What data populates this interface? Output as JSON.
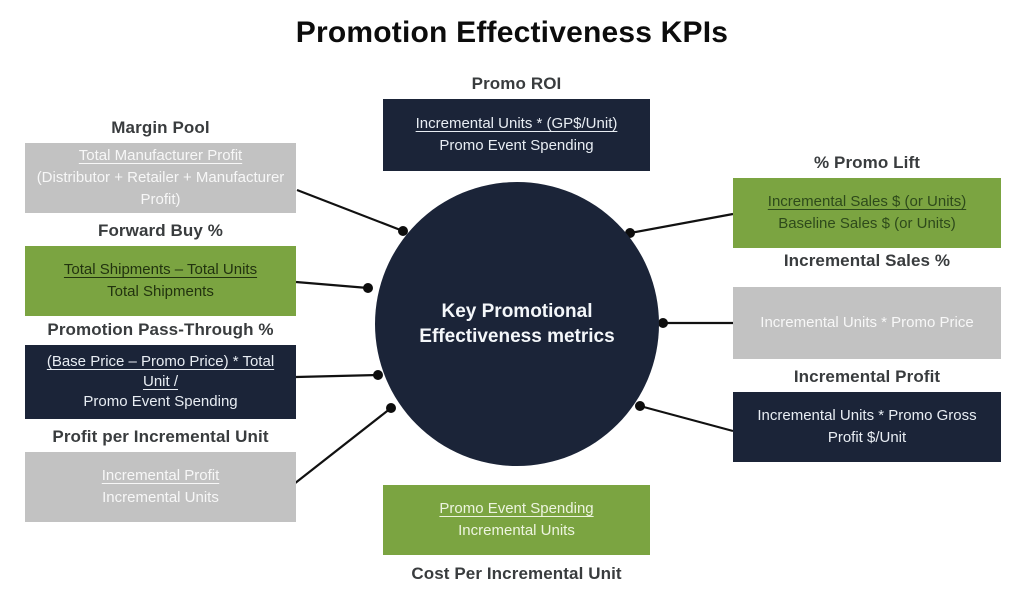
{
  "title": "Promotion Effectiveness KPIs",
  "center": {
    "line1": "Key Promotional",
    "line2": "Effectiveness metrics"
  },
  "colors": {
    "navy": "#1B2438",
    "green": "#7BA441",
    "gray": "#C2C2C2",
    "connector": "#111111",
    "label_text": "#393C3E"
  },
  "nodes": {
    "promo_roi": {
      "label": "Promo ROI",
      "numerator": "Incremental Units * (GP$/Unit)",
      "denominator": "Promo Event Spending"
    },
    "margin_pool": {
      "label": "Margin Pool",
      "numerator": "Total Manufacturer Profit",
      "denominator": "(Distributor + Retailer + Manufacturer Profit)"
    },
    "forward_buy": {
      "label": "Forward Buy %",
      "numerator": "Total Shipments – Total Units",
      "denominator": "Total Shipments"
    },
    "pass_through": {
      "label": "Promotion Pass-Through %",
      "numerator": "(Base Price – Promo Price) * Total Unit /",
      "denominator": "Promo Event Spending"
    },
    "profit_per_unit": {
      "label": "Profit per Incremental Unit",
      "numerator": "Incremental Profit",
      "denominator": "Incremental Units"
    },
    "promo_lift": {
      "label": "% Promo Lift",
      "numerator": "Incremental Sales $ (or Units)",
      "denominator": "Baseline Sales $ (or Units)"
    },
    "incremental_sales": {
      "label": "Incremental Sales %",
      "formula": "Incremental Units * Promo Price"
    },
    "incremental_profit": {
      "label": "Incremental Profit",
      "formula": "Incremental Units * Promo Gross Profit $/Unit"
    },
    "cost_per_unit": {
      "label": "Cost Per Incremental Unit",
      "numerator": "Promo Event Spending",
      "denominator": "Incremental Units"
    }
  }
}
